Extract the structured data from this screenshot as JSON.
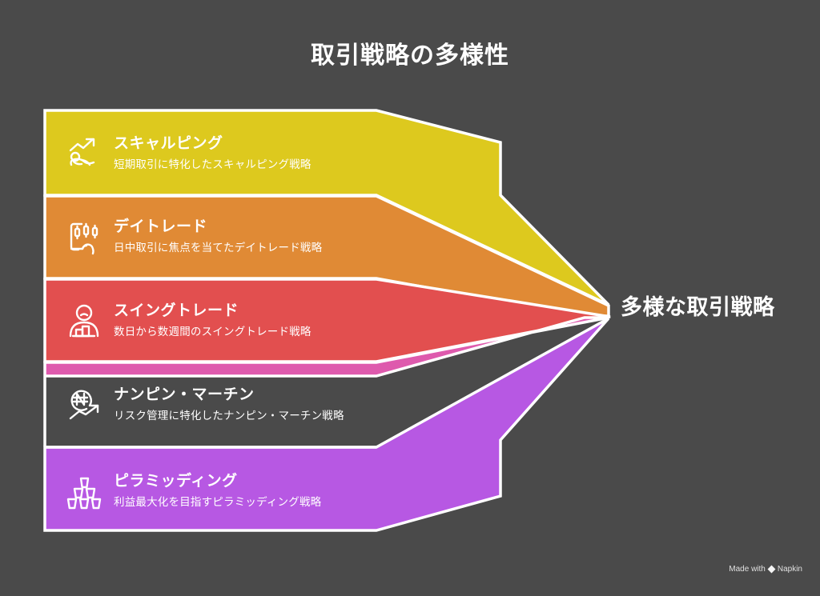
{
  "title": "取引戦略の多様性",
  "right_label": "多様な取引戦略",
  "footer": {
    "prefix": "Made with",
    "brand": "Napkin",
    "icon": "diamond-icon"
  },
  "colors": {
    "background": "#4a4a4a",
    "outline": "#ffffff",
    "text": "#ffffff",
    "band_1": "#ddc91e",
    "band_2": "#e08a35",
    "band_3": "#e24f4f",
    "band_4": "#de5aad",
    "band_5": "#b758e3"
  },
  "bands": [
    {
      "title": "スキャルピング",
      "desc": "短期取引に特化したスキャルピング戦略",
      "color": "#ddc91e",
      "icon": "running-person-trend-arrow-icon"
    },
    {
      "title": "デイトレード",
      "desc": "日中取引に焦点を当てたデイトレード戦略",
      "color": "#e08a35",
      "icon": "candlestick-phone-hand-icon"
    },
    {
      "title": "スイングトレード",
      "desc": "数日から数週間のスイングトレード戦略",
      "color": "#e24f4f",
      "icon": "person-bar-chart-icon"
    },
    {
      "title": "ナンピン・マーチン",
      "desc": "リスク管理に特化したナンピン・マーチン戦略",
      "color": "#de5aad",
      "icon": "circled-n-trend-arrow-icon"
    },
    {
      "title": "ピラミッディング",
      "desc": "利益最大化を目指すピラミッディング戦略",
      "color": "#b758e3",
      "icon": "stacked-cups-pyramid-icon"
    }
  ]
}
